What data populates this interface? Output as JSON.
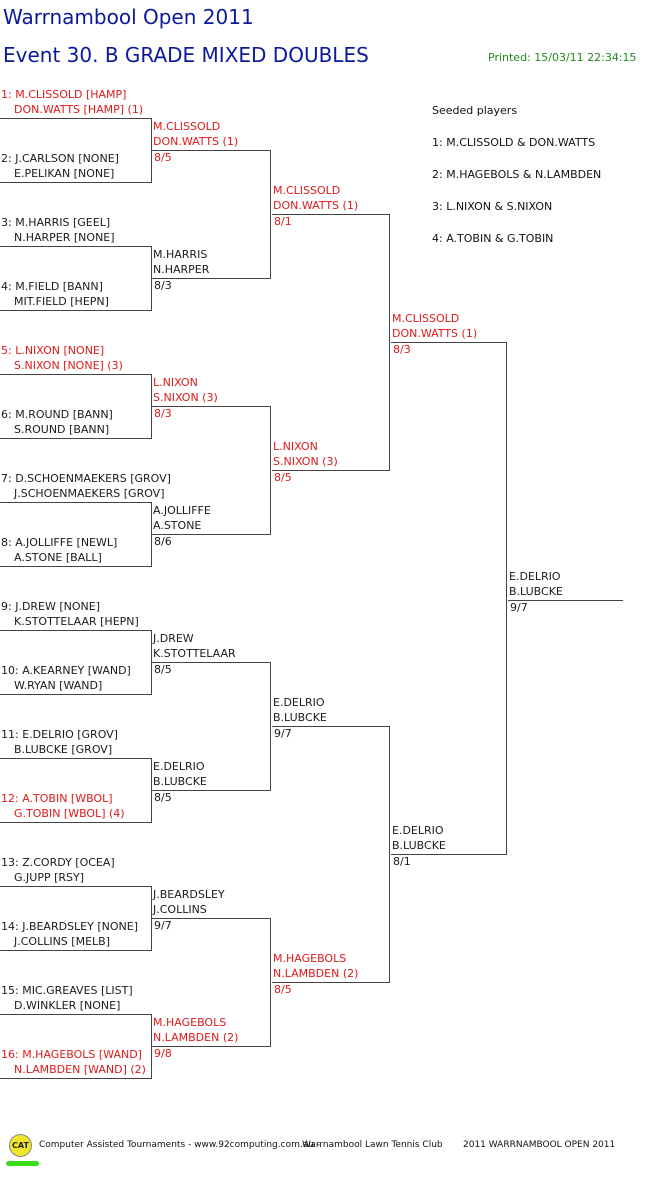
{
  "title": "Warrnambool Open 2011",
  "event": "Event 30. B GRADE MIXED DOUBLES",
  "printed": "Printed: 15/03/11 22:34:15",
  "seeded": {
    "header": "Seeded players",
    "items": [
      "1: M.CLISSOLD & DON.WATTS",
      "2: M.HAGEBOLS & N.LAMBDEN",
      "3: L.NIXON & S.NIXON",
      "4: A.TOBIN & G.TOBIN"
    ]
  },
  "round1": [
    {
      "line1": "1: M.CLISSOLD [HAMP]",
      "line2": "DON.WATTS [HAMP] (1)",
      "seeded": true
    },
    {
      "line1": "2: J.CARLSON [NONE]",
      "line2": "E.PELIKAN [NONE]",
      "seeded": false
    },
    {
      "line1": "3: M.HARRIS [GEEL]",
      "line2": "N.HARPER [NONE]",
      "seeded": false
    },
    {
      "line1": "4: M.FIELD [BANN]",
      "line2": "MIT.FIELD [HEPN]",
      "seeded": false
    },
    {
      "line1": "5: L.NIXON [NONE]",
      "line2": "S.NIXON [NONE] (3)",
      "seeded": true
    },
    {
      "line1": "6: M.ROUND [BANN]",
      "line2": "S.ROUND [BANN]",
      "seeded": false
    },
    {
      "line1": "7: D.SCHOENMAEKERS [GROV]",
      "line2": "J.SCHOENMAEKERS [GROV]",
      "seeded": false
    },
    {
      "line1": "8: A.JOLLIFFE [NEWL]",
      "line2": "A.STONE [BALL]",
      "seeded": false
    },
    {
      "line1": "9: J.DREW [NONE]",
      "line2": "K.STOTTELAAR [HEPN]",
      "seeded": false
    },
    {
      "line1": "10: A.KEARNEY [WAND]",
      "line2": "W.RYAN [WAND]",
      "seeded": false
    },
    {
      "line1": "11: E.DELRIO [GROV]",
      "line2": "B.LUBCKE [GROV]",
      "seeded": false
    },
    {
      "line1": "12: A.TOBIN [WBOL]",
      "line2": "G.TOBIN [WBOL] (4)",
      "seeded": true
    },
    {
      "line1": "13: Z.CORDY [OCEA]",
      "line2": "G.JUPP [RSY]",
      "seeded": false
    },
    {
      "line1": "14: J.BEARDSLEY [NONE]",
      "line2": "J.COLLINS [MELB]",
      "seeded": false
    },
    {
      "line1": "15: MIC.GREAVES [LIST]",
      "line2": "D.WINKLER [NONE]",
      "seeded": false
    },
    {
      "line1": "16: M.HAGEBOLS [WAND]",
      "line2": "N.LAMBDEN [WAND] (2)",
      "seeded": true
    }
  ],
  "round2": [
    {
      "line1": "M.CLISSOLD",
      "line2": "DON.WATTS (1)",
      "score": "8/5",
      "seeded": true
    },
    {
      "line1": "M.HARRIS",
      "line2": "N.HARPER",
      "score": "8/3",
      "seeded": false
    },
    {
      "line1": "L.NIXON",
      "line2": "S.NIXON (3)",
      "score": "8/3",
      "seeded": true
    },
    {
      "line1": "A.JOLLIFFE",
      "line2": "A.STONE",
      "score": "8/6",
      "seeded": false
    },
    {
      "line1": "J.DREW",
      "line2": "K.STOTTELAAR",
      "score": "8/5",
      "seeded": false
    },
    {
      "line1": "E.DELRIO",
      "line2": "B.LUBCKE",
      "score": "8/5",
      "seeded": false
    },
    {
      "line1": "J.BEARDSLEY",
      "line2": "J.COLLINS",
      "score": "9/7",
      "seeded": false
    },
    {
      "line1": "M.HAGEBOLS",
      "line2": "N.LAMBDEN (2)",
      "score": "9/8",
      "seeded": true
    }
  ],
  "round3": [
    {
      "line1": "M.CLISSOLD",
      "line2": "DON.WATTS (1)",
      "score": "8/1",
      "seeded": true
    },
    {
      "line1": "L.NIXON",
      "line2": "S.NIXON (3)",
      "score": "8/5",
      "seeded": true
    },
    {
      "line1": "E.DELRIO",
      "line2": "B.LUBCKE",
      "score": "9/7",
      "seeded": false
    },
    {
      "line1": "M.HAGEBOLS",
      "line2": "N.LAMBDEN (2)",
      "score": "8/5",
      "seeded": true
    }
  ],
  "round4": [
    {
      "line1": "M.CLISSOLD",
      "line2": "DON.WATTS (1)",
      "score": "8/3",
      "seeded": true
    },
    {
      "line1": "E.DELRIO",
      "line2": "B.LUBCKE",
      "score": "8/1",
      "seeded": false
    }
  ],
  "final": [
    {
      "line1": "E.DELRIO",
      "line2": "B.LUBCKE",
      "score": "9/7",
      "seeded": false
    }
  ],
  "footer": {
    "logo": "CAT",
    "credit": "Computer Assisted Tournaments - www.92computing.com.au -",
    "club": "Warrnambool Lawn Tennis Club",
    "event": "2011 WARRNAMBOOL OPEN 2011"
  }
}
